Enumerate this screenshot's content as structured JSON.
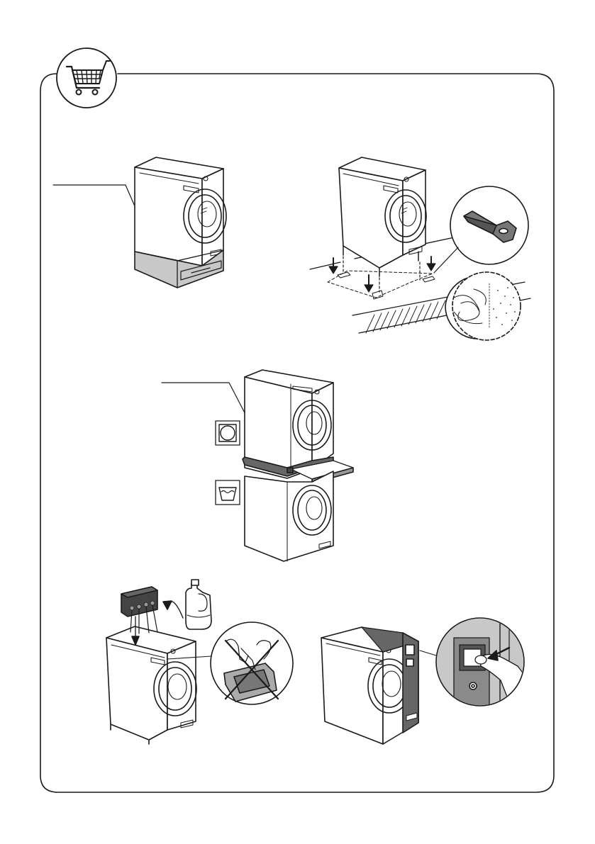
{
  "page": {
    "header_icon": "shopping-cart-icon",
    "stroke_color": "#1a1a1a",
    "fill_gray": "#c8c8c8",
    "fill_dark": "#555555"
  },
  "illustrations": [
    {
      "id": "washer-on-pedestal",
      "icons": [
        "washer-icon",
        "pedestal-drawer-icon"
      ]
    },
    {
      "id": "washer-feet-anchors",
      "icons": [
        "washer-icon",
        "anchor-bracket-icon",
        "floor-texture-icon"
      ]
    },
    {
      "id": "stacking-kit",
      "icons": [
        "dryer-icon",
        "washer-icon",
        "dryer-symbol-icon",
        "washing-symbol-icon",
        "pull-out-shelf-icon"
      ]
    },
    {
      "id": "detergent-dosing",
      "icons": [
        "washer-icon",
        "dosing-pump-icon",
        "detergent-bottle-icon",
        "no-detergent-drawer-icon"
      ]
    },
    {
      "id": "payment-unit",
      "icons": [
        "washer-icon",
        "coin-slot-icon",
        "coin-insert-hand-icon"
      ]
    }
  ]
}
